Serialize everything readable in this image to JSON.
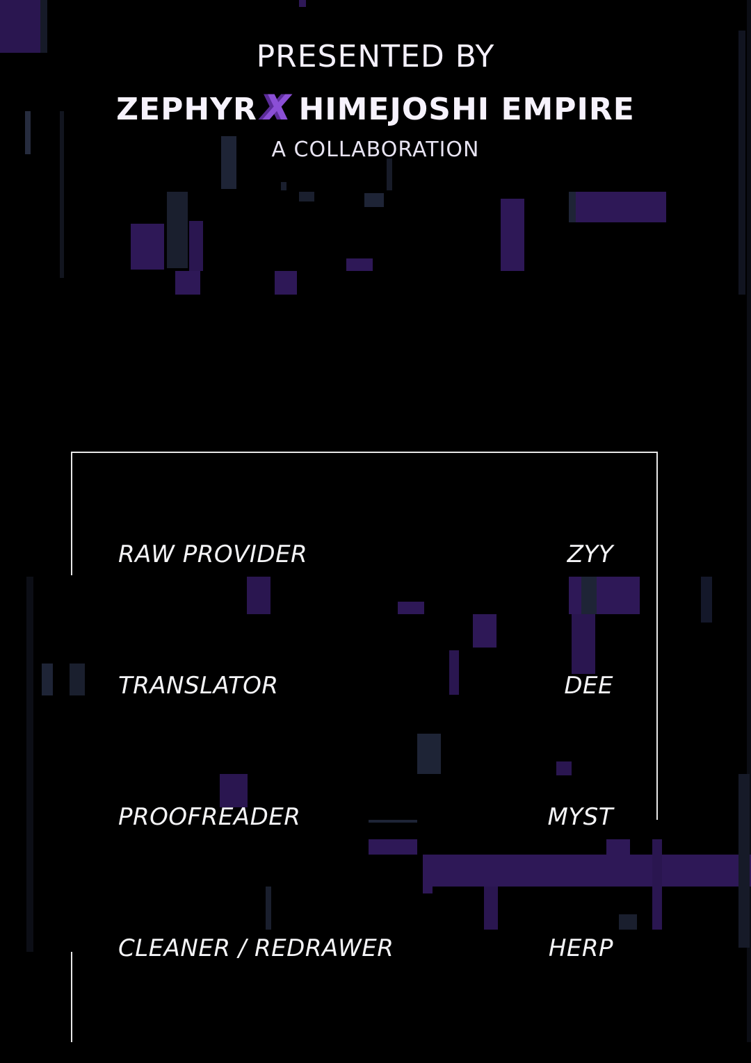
{
  "header": {
    "presented_by": "PRESENTED BY",
    "brand_left": "ZEPHYR",
    "brand_x": "X",
    "brand_right": "HIMEJOSHI EMPIRE",
    "subtitle": "A COLLABORATION"
  },
  "credits": [
    {
      "role": "RAW PROVIDER",
      "name": "ZYY"
    },
    {
      "role": "TRANSLATOR",
      "name": "DEE"
    },
    {
      "role": "PROOFREADER",
      "name": "MYST"
    },
    {
      "role": "CLEANER / REDRAWER",
      "name": "HERP"
    }
  ],
  "colors": {
    "background": "#000000",
    "text": "#f4f0fb",
    "accent_purple": "#8b4fd6",
    "glitch_purple": "#3a1d63",
    "glitch_slate": "#1c2233",
    "frame": "#e8e8e8"
  }
}
